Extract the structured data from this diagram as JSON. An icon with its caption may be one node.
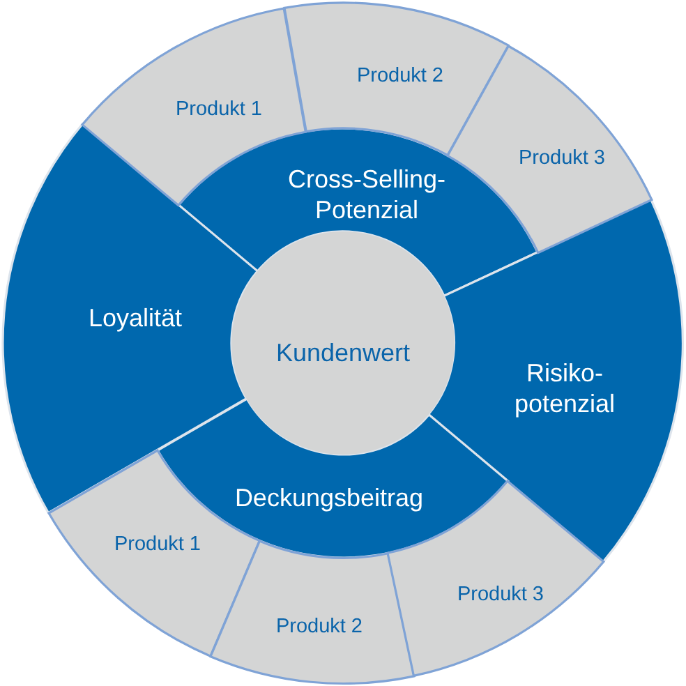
{
  "diagram": {
    "nodes": [
      {
        "text": [
          "Kundenwert"
        ]
      },
      {
        "text": [
          "Cross-Selling-Potenzial"
        ]
      },
      {
        "text": [
          "Risiko-potenzial"
        ]
      },
      {
        "text": [
          "Deckungsbeitrag"
        ]
      },
      {
        "text": [
          "Loyalität"
        ]
      },
      {
        "text": [
          "Produkt 1"
        ]
      },
      {
        "text": [
          "Produkt 2"
        ]
      },
      {
        "text": [
          "Produkt 3"
        ]
      },
      {
        "text": [
          "Produkt 1"
        ]
      },
      {
        "text": [
          "Produkt 2"
        ]
      },
      {
        "text": [
          "Produkt 3"
        ]
      }
    ]
  }
}
